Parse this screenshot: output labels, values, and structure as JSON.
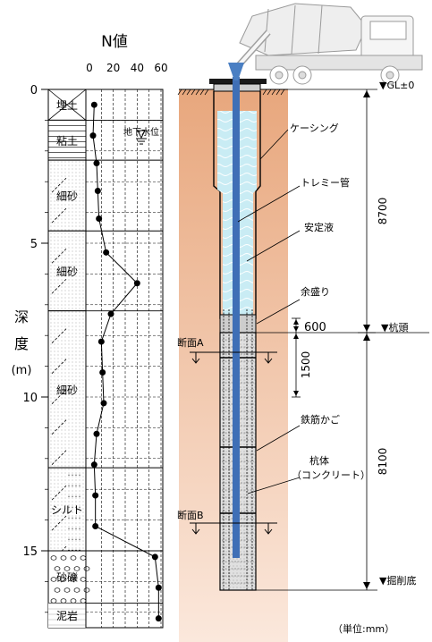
{
  "n_axis": {
    "title": "N値",
    "ticks": [
      "0",
      "20",
      "40",
      "60"
    ],
    "values": [
      0,
      20,
      40,
      60
    ]
  },
  "depth_axis": {
    "label_chars": [
      "深",
      "度",
      "(m)"
    ],
    "ticks": [
      "0",
      "5",
      "10",
      "15"
    ],
    "values": [
      0,
      5,
      10,
      15
    ],
    "max": 17.5
  },
  "soil_layers": [
    {
      "name": "埋土",
      "top": 0.0,
      "bottom": 1.0,
      "pattern": "fill"
    },
    {
      "name": "粘土",
      "top": 1.0,
      "bottom": 2.3,
      "pattern": "clay"
    },
    {
      "name": "細砂",
      "top": 2.3,
      "bottom": 4.6,
      "pattern": "sand"
    },
    {
      "name": "細砂",
      "top": 4.6,
      "bottom": 7.2,
      "pattern": "sand"
    },
    {
      "name": "細砂",
      "top": 7.2,
      "bottom": 12.3,
      "pattern": "sand"
    },
    {
      "name": "シルト",
      "top": 12.3,
      "bottom": 15.0,
      "pattern": "silt"
    },
    {
      "name": "砂礫",
      "top": 15.0,
      "bottom": 16.7,
      "pattern": "gravel"
    },
    {
      "name": "泥岩",
      "top": 16.7,
      "bottom": 17.5,
      "pattern": "rock"
    }
  ],
  "groundwater_label": "地下水位",
  "groundwater_depth": 1.6,
  "n_profile": [
    {
      "depth": 0.5,
      "n": 4
    },
    {
      "depth": 1.5,
      "n": 3
    },
    {
      "depth": 2.4,
      "n": 6
    },
    {
      "depth": 3.3,
      "n": 7
    },
    {
      "depth": 4.2,
      "n": 8
    },
    {
      "depth": 5.3,
      "n": 14
    },
    {
      "depth": 6.3,
      "n": 40
    },
    {
      "depth": 7.3,
      "n": 18
    },
    {
      "depth": 8.2,
      "n": 10
    },
    {
      "depth": 9.2,
      "n": 11
    },
    {
      "depth": 10.2,
      "n": 12
    },
    {
      "depth": 11.2,
      "n": 6
    },
    {
      "depth": 12.2,
      "n": 4
    },
    {
      "depth": 13.2,
      "n": 5
    },
    {
      "depth": 14.2,
      "n": 5
    },
    {
      "depth": 15.2,
      "n": 55
    },
    {
      "depth": 16.2,
      "n": 58
    },
    {
      "depth": 17.2,
      "n": 58
    }
  ],
  "pile_labels": {
    "casing": "ケーシング",
    "tremie": "トレミー管",
    "slurry": "安定液",
    "extra": "余盛り",
    "rebar": "鉄筋かご",
    "body": "杭体",
    "body_sub": "（コンクリート）",
    "section_a": "断面A",
    "section_b": "断面B"
  },
  "dimensions": {
    "d1": "8700",
    "d2": "600",
    "d3": "1500",
    "d4": "8100"
  },
  "levels": {
    "gl": "▼GL±0",
    "pile_head": "▼杭頭",
    "bottom": "▼掘削底"
  },
  "unit_note": "（単位:mm）",
  "colors": {
    "soil_top": "#e8a77d",
    "soil_bottom": "#fbe8dc",
    "slurry": "#c9ecf4",
    "tremie": "#3f6fb6",
    "funnel": "#4a7fc3"
  }
}
